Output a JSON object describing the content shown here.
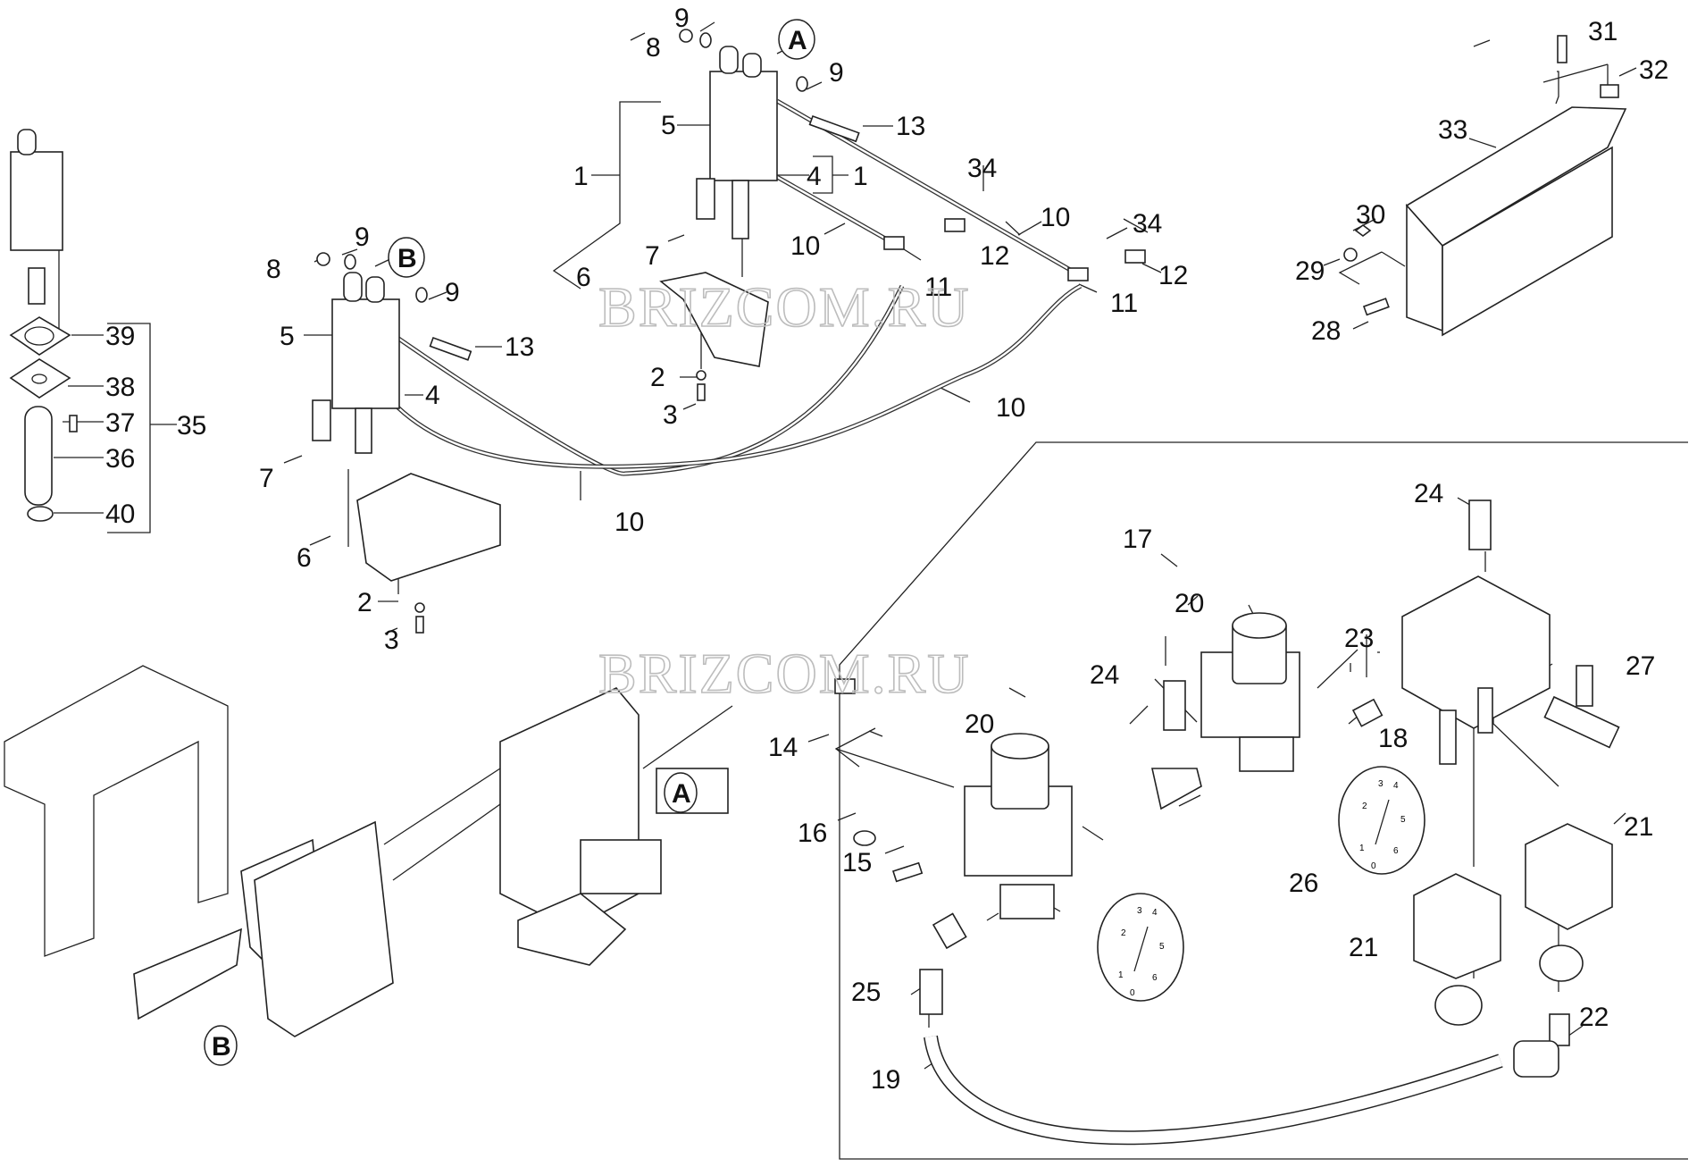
{
  "diagram": {
    "type": "exploded-parts-diagram",
    "watermark": "BRIZCOM.RU",
    "view_markers": [
      "A",
      "B"
    ],
    "callouts": [
      {
        "id": "c1a",
        "text": "1"
      },
      {
        "id": "c1b",
        "text": "1"
      },
      {
        "id": "c2a",
        "text": "2"
      },
      {
        "id": "c2b",
        "text": "2"
      },
      {
        "id": "c3a",
        "text": "3"
      },
      {
        "id": "c3b",
        "text": "3"
      },
      {
        "id": "c4a",
        "text": "4"
      },
      {
        "id": "c4b",
        "text": "4"
      },
      {
        "id": "c5a",
        "text": "5"
      },
      {
        "id": "c5b",
        "text": "5"
      },
      {
        "id": "c6a",
        "text": "6"
      },
      {
        "id": "c6b",
        "text": "6"
      },
      {
        "id": "c7a",
        "text": "7"
      },
      {
        "id": "c7b",
        "text": "7"
      },
      {
        "id": "c8a",
        "text": "8"
      },
      {
        "id": "c8b",
        "text": "8"
      },
      {
        "id": "c9a",
        "text": "9"
      },
      {
        "id": "c9b",
        "text": "9"
      },
      {
        "id": "c9c",
        "text": "9"
      },
      {
        "id": "c9d",
        "text": "9"
      },
      {
        "id": "c10a",
        "text": "10"
      },
      {
        "id": "c10b",
        "text": "10"
      },
      {
        "id": "c10c",
        "text": "10"
      },
      {
        "id": "c10d",
        "text": "10"
      },
      {
        "id": "c11a",
        "text": "11"
      },
      {
        "id": "c11b",
        "text": "11"
      },
      {
        "id": "c12a",
        "text": "12"
      },
      {
        "id": "c12b",
        "text": "12"
      },
      {
        "id": "c13a",
        "text": "13"
      },
      {
        "id": "c13b",
        "text": "13"
      },
      {
        "id": "c14",
        "text": "14"
      },
      {
        "id": "c15",
        "text": "15"
      },
      {
        "id": "c16",
        "text": "16"
      },
      {
        "id": "c17",
        "text": "17"
      },
      {
        "id": "c18",
        "text": "18"
      },
      {
        "id": "c19",
        "text": "19"
      },
      {
        "id": "c20a",
        "text": "20"
      },
      {
        "id": "c20b",
        "text": "20"
      },
      {
        "id": "c21a",
        "text": "21"
      },
      {
        "id": "c21b",
        "text": "21"
      },
      {
        "id": "c22",
        "text": "22"
      },
      {
        "id": "c23",
        "text": "23"
      },
      {
        "id": "c24a",
        "text": "24"
      },
      {
        "id": "c24b",
        "text": "24"
      },
      {
        "id": "c25",
        "text": "25"
      },
      {
        "id": "c26",
        "text": "26"
      },
      {
        "id": "c27",
        "text": "27"
      },
      {
        "id": "c28",
        "text": "28"
      },
      {
        "id": "c29",
        "text": "29"
      },
      {
        "id": "c30",
        "text": "30"
      },
      {
        "id": "c31",
        "text": "31"
      },
      {
        "id": "c32",
        "text": "32"
      },
      {
        "id": "c33",
        "text": "33"
      },
      {
        "id": "c34a",
        "text": "34"
      },
      {
        "id": "c34b",
        "text": "34"
      },
      {
        "id": "c35",
        "text": "35"
      },
      {
        "id": "c36",
        "text": "36"
      },
      {
        "id": "c37",
        "text": "37"
      },
      {
        "id": "c38",
        "text": "38"
      },
      {
        "id": "c39",
        "text": "39"
      },
      {
        "id": "c40",
        "text": "40"
      }
    ],
    "gauge_scale": [
      "0",
      "1",
      "2",
      "3",
      "4",
      "5",
      "6"
    ]
  }
}
